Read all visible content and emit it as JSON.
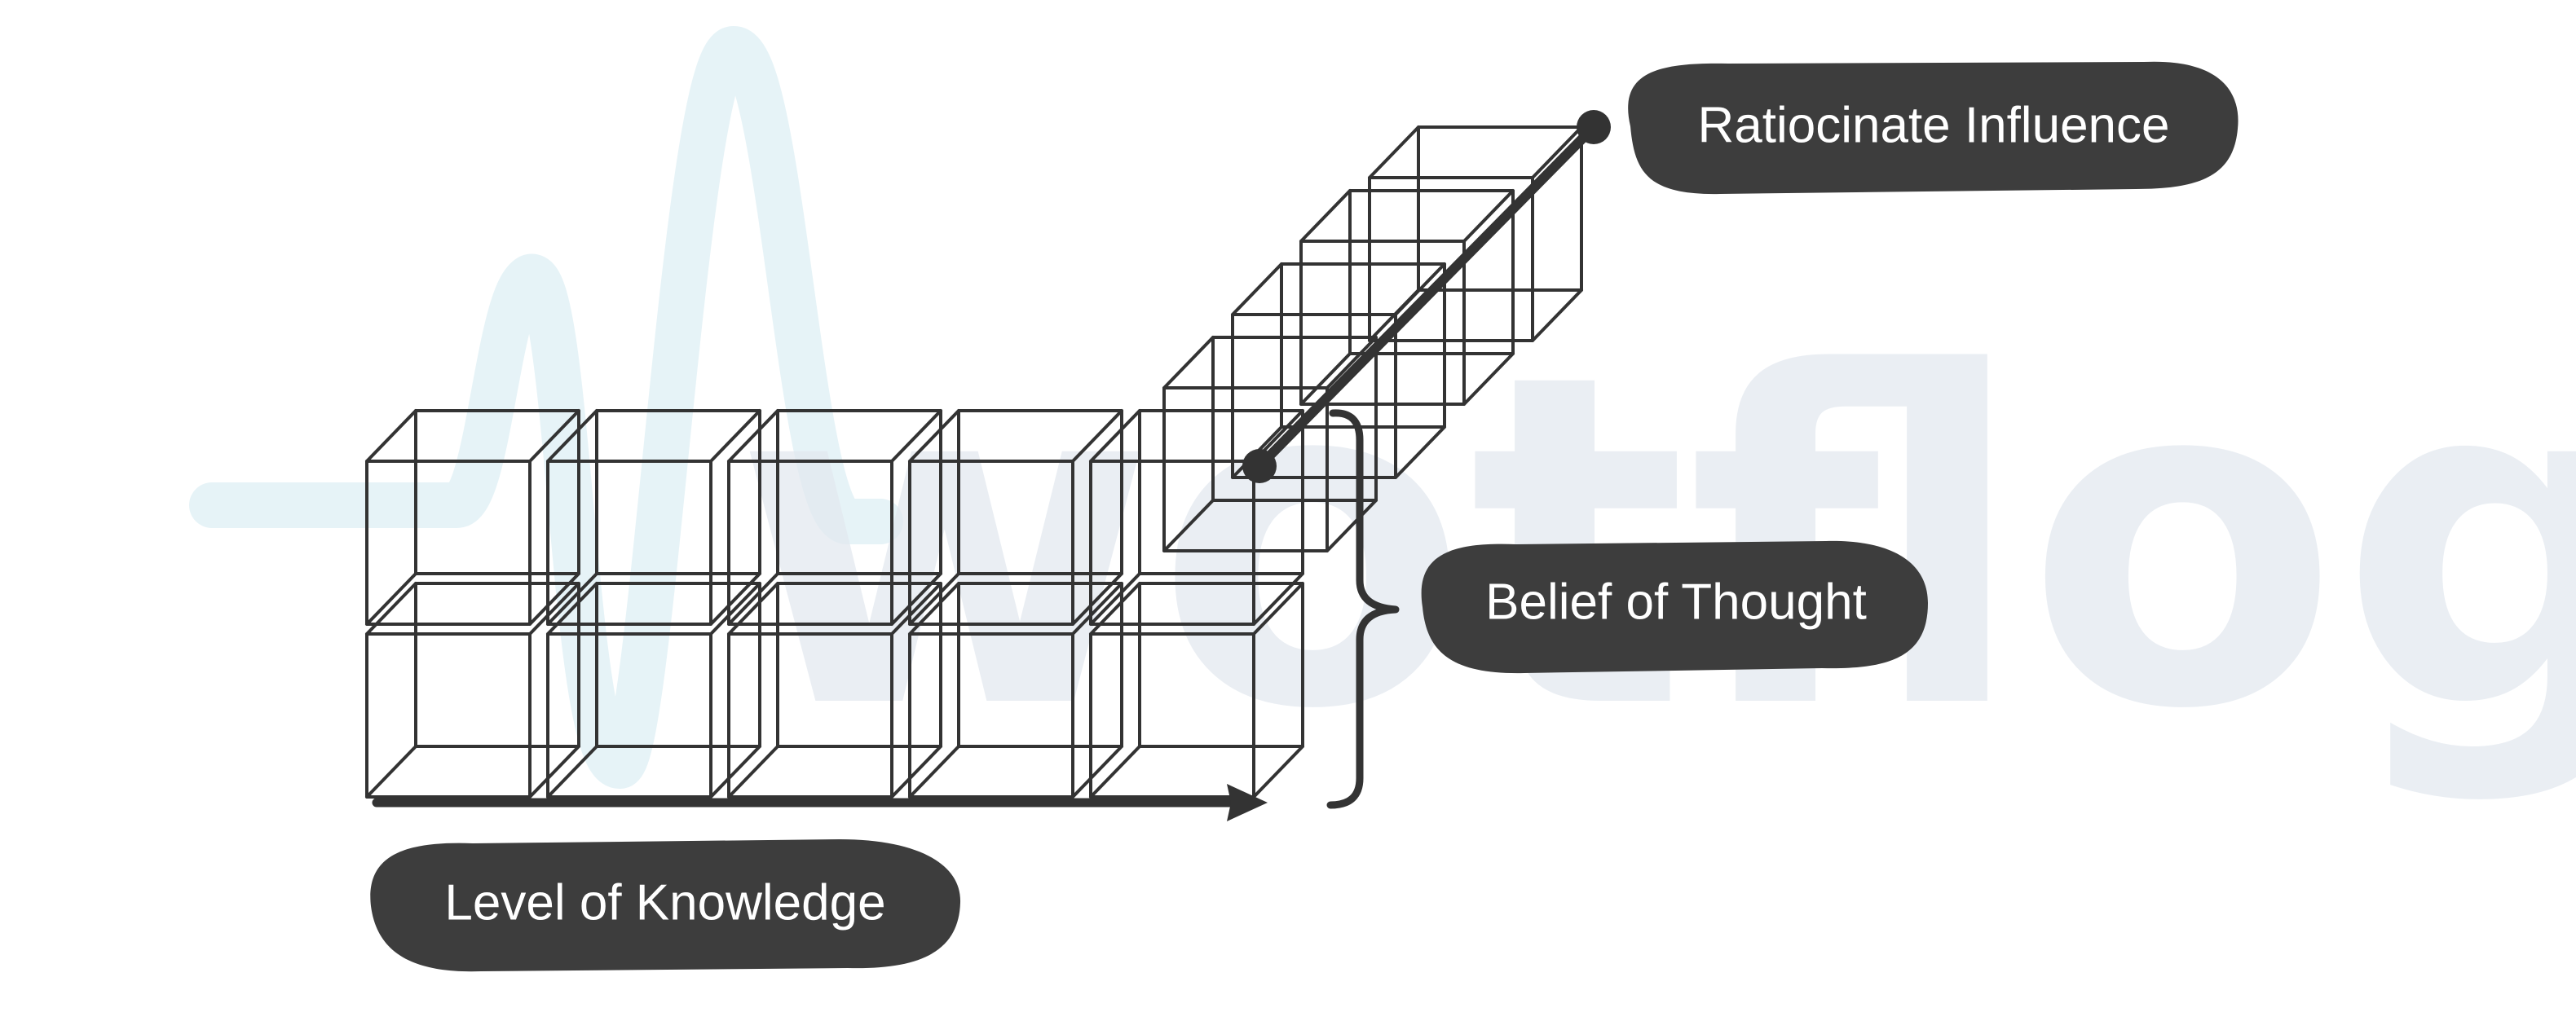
{
  "watermark": {
    "text": "wotflogy",
    "wave_color": "#e6f3f7",
    "text_color": "#e3e9f0"
  },
  "labels": {
    "ratiocinate_influence": "Ratiocinate Influence",
    "belief_of_thought": "Belief of Thought",
    "level_of_knowledge": "Level of Knowledge"
  },
  "colors": {
    "label_fill": "#3d3d3d",
    "line": "#333333",
    "background": "#ffffff"
  },
  "icons": {
    "arrow": "arrow-right-icon",
    "brace": "right-brace-icon"
  }
}
